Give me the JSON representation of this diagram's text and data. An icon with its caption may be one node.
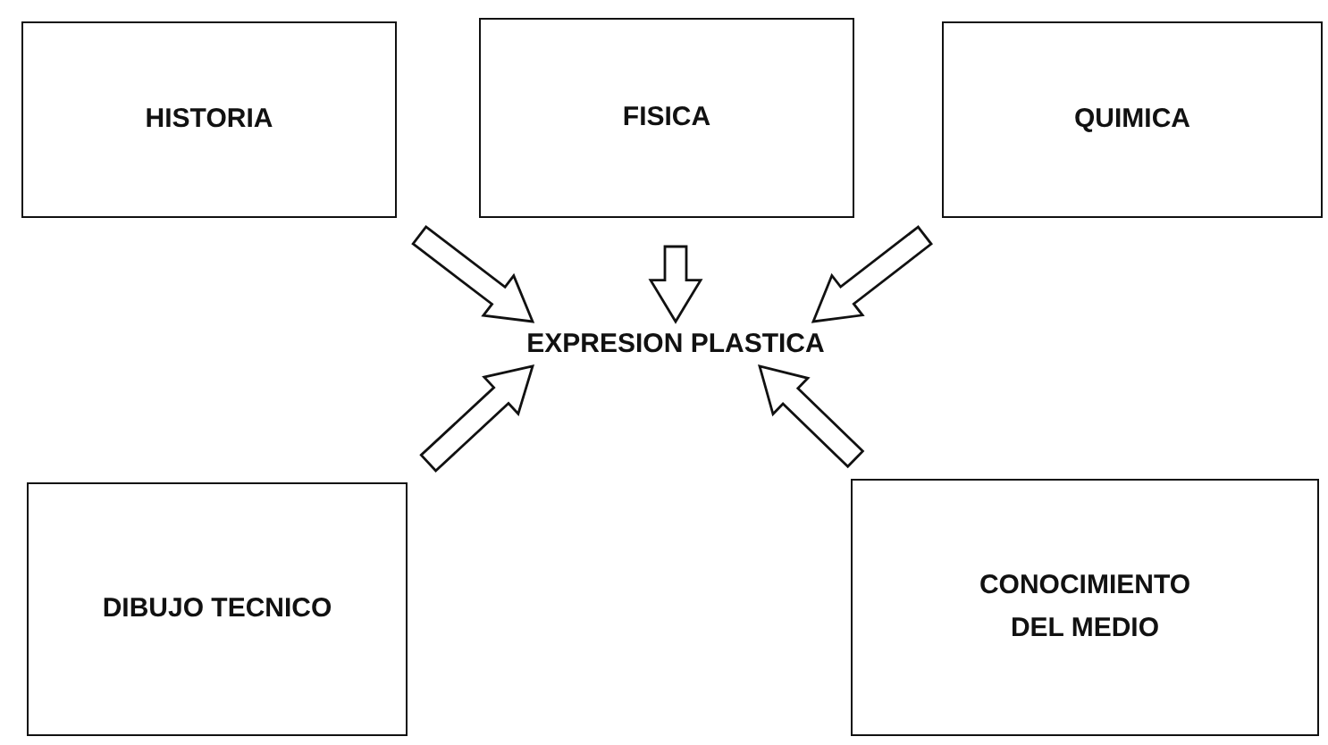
{
  "diagram": {
    "nodes": [
      {
        "text": [
          "HISTORIA"
        ]
      },
      {
        "text": [
          "FISICA"
        ]
      },
      {
        "text": [
          "QUIMICA"
        ]
      },
      {
        "text": [
          "EXPRESION PLASTICA"
        ]
      },
      {
        "text": [
          "DIBUJO TECNICO"
        ]
      },
      {
        "text": [
          "CONOCIMIENTO DEL MEDIO"
        ]
      }
    ],
    "edges": [
      {
        "from": 0,
        "to": 3,
        "arrow": "to"
      },
      {
        "from": 1,
        "to": 3,
        "arrow": "to"
      },
      {
        "from": 2,
        "to": 3,
        "arrow": "to"
      },
      {
        "from": 4,
        "to": 3,
        "arrow": "to"
      },
      {
        "from": 5,
        "to": 3,
        "arrow": "to"
      }
    ]
  }
}
